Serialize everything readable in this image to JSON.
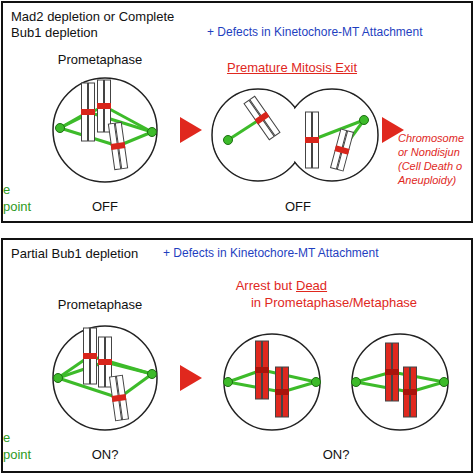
{
  "diagram": {
    "nodes": [
      {
        "text": [
          "Mad2 depletion or Complete Bub1 depletion",
          "+ Defects in Kinetochore-MT Attachment"
        ]
      },
      {
        "text": [
          "Partial Bub1 depletion",
          "+ Defects in Kinetochore-MT Attachment"
        ]
      }
    ],
    "labels": [
      "Prometaphase",
      "Premature Mitosis Exit",
      "Chromosome",
      "or Nondisjun",
      "(Cell Death o",
      "Aneuploidy)",
      "e",
      "point",
      "OFF",
      "OFF",
      "Prometaphase",
      "Arrest but",
      "Dead",
      "in Prometaphase/Metaphase",
      "e",
      "point",
      "ON?",
      "ON?"
    ]
  }
}
